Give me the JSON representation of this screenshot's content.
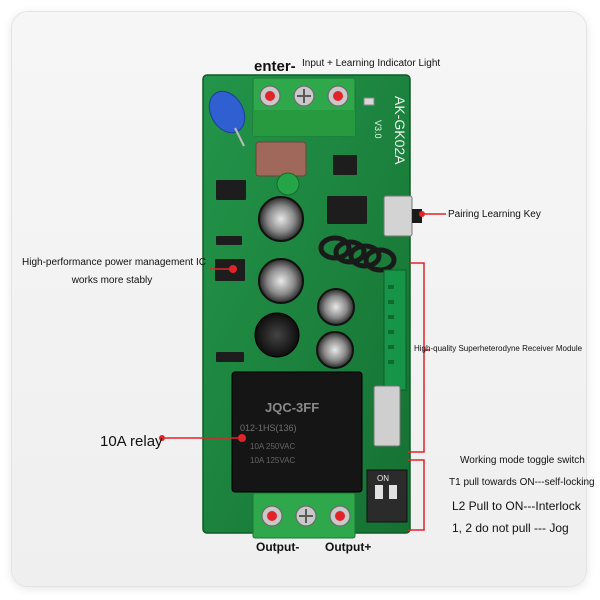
{
  "labels": {
    "enter": "enter-",
    "input_indicator": "Input + Learning Indicator Light",
    "pairing_key": "Pairing Learning Key",
    "power_ic_line1": "High-performance power management IC",
    "power_ic_line2": "works more stably",
    "receiver_module": "High-quality Superheterodyne Receiver Module",
    "relay": "10A relay",
    "mode_switch_title": "Working mode toggle switch",
    "mode_t1": "T1 pull towards ON---self-locking",
    "mode_l2": "L2 Pull to ON---Interlock",
    "mode_jog": "1, 2 do not pull --- Jog",
    "output_minus": "Output-",
    "output_plus": "Output+"
  },
  "board": {
    "silkscreen_model": "AK-GK02A",
    "version": "V3.0"
  },
  "relay": {
    "brand": "JQC-3FF",
    "part": "012-1HS(136)",
    "rating_1": "10A 250VAC",
    "rating_2": "10A 125VAC"
  },
  "switch": {
    "on_label": "ON"
  },
  "colors": {
    "pcb": "#1f8a3c",
    "pcb_dark": "#146b2c",
    "terminal": "#2ea84a",
    "callout": "#e0242a",
    "relay_body": "#1a1a1a"
  }
}
